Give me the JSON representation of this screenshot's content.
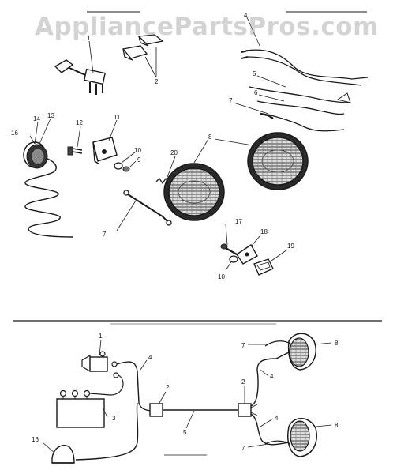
{
  "watermark": "AppliancePartsPros.com",
  "callouts_exploded": {
    "n1": "1",
    "n2": "2",
    "n4": "4",
    "n5": "5",
    "n6": "6",
    "n7a": "7",
    "n8": "8",
    "n9": "9",
    "n10a": "10",
    "n10b": "10",
    "n11": "11",
    "n12": "12",
    "n13": "13",
    "n14": "14",
    "n16": "16",
    "n17": "17",
    "n18": "18",
    "n19": "19",
    "n20": "20",
    "n7b": "7"
  },
  "callouts_wiring": {
    "n1": "1",
    "n2a": "2",
    "n2b": "2",
    "n3": "3",
    "n4a": "4",
    "n4b": "4",
    "n4c": "4",
    "n5": "5",
    "n7a": "7",
    "n7b": "7",
    "n8a": "8",
    "n8b": "8",
    "n16": "16"
  },
  "colors": {
    "ink": "#1a1a1a",
    "watermark": "#969696",
    "background": "#ffffff"
  }
}
